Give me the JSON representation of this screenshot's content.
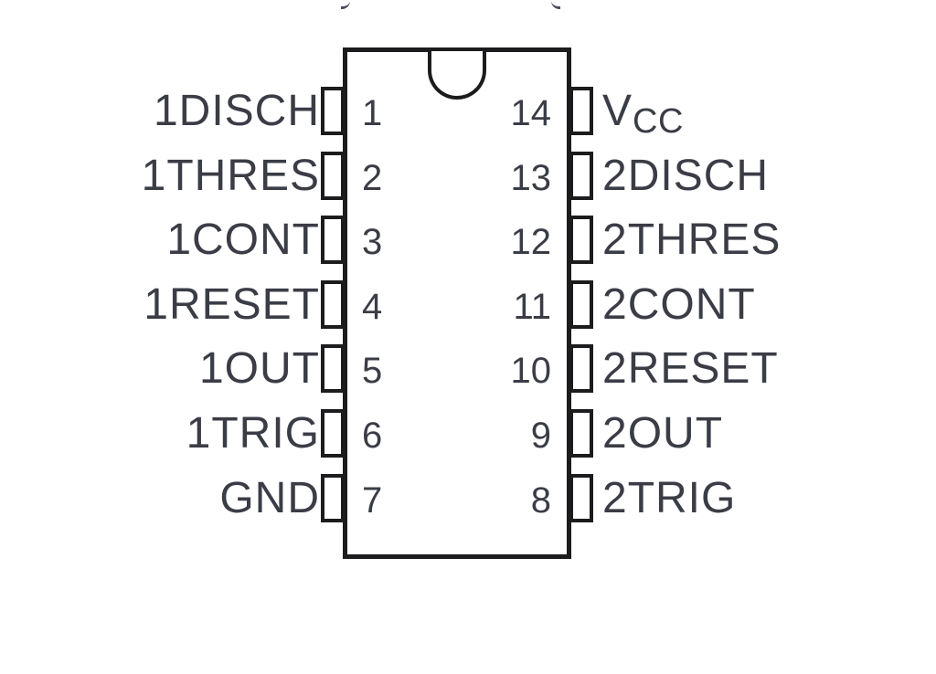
{
  "colors": {
    "background": "#ffffff",
    "line": "#1c1c1e",
    "text": "#3a3d46"
  },
  "chip": {
    "package_pins": 14,
    "left": [
      {
        "num": "1",
        "label": "1DISCH"
      },
      {
        "num": "2",
        "label": "1THRES"
      },
      {
        "num": "3",
        "label": "1CONT"
      },
      {
        "num": "4",
        "label": "1RESET"
      },
      {
        "num": "5",
        "label": "1OUT"
      },
      {
        "num": "6",
        "label": "1TRIG"
      },
      {
        "num": "7",
        "label": "GND"
      }
    ],
    "right": [
      {
        "num": "14",
        "label_main": "V",
        "label_sub": "CC"
      },
      {
        "num": "13",
        "label": "2DISCH"
      },
      {
        "num": "12",
        "label": "2THRES"
      },
      {
        "num": "11",
        "label": "2CONT"
      },
      {
        "num": "10",
        "label": "2RESET"
      },
      {
        "num": "9",
        "label": "2OUT"
      },
      {
        "num": "8",
        "label": "2TRIG"
      }
    ]
  }
}
